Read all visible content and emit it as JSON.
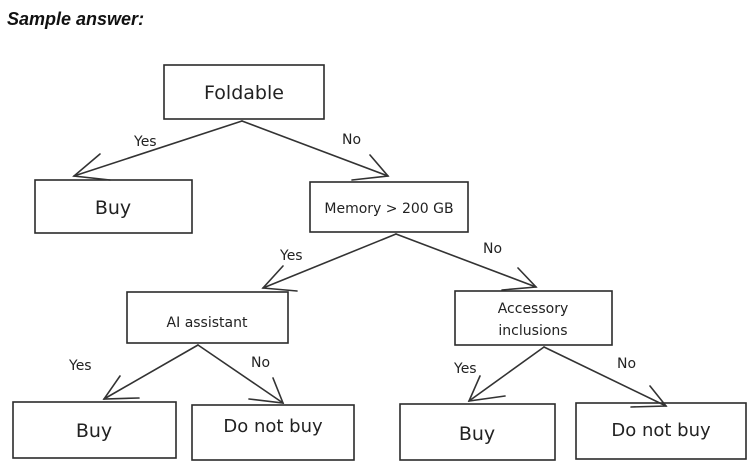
{
  "heading": "Sample answer:",
  "nodes": {
    "foldable": "Foldable",
    "buy_1": "Buy",
    "memory": "Memory > 200 GB",
    "ai_assistant": "AI assistant",
    "accessory_line1": "Accessory",
    "accessory_line2": "inclusions",
    "buy_2": "Buy",
    "do_not_buy_1": "Do not buy",
    "buy_3": "Buy",
    "do_not_buy_2": "Do not buy"
  },
  "edges": {
    "foldable_yes": "Yes",
    "foldable_no": "No",
    "memory_yes": "Yes",
    "memory_no": "No",
    "ai_yes": "Yes",
    "ai_no": "No",
    "accessory_yes": "Yes",
    "accessory_no": "No"
  }
}
